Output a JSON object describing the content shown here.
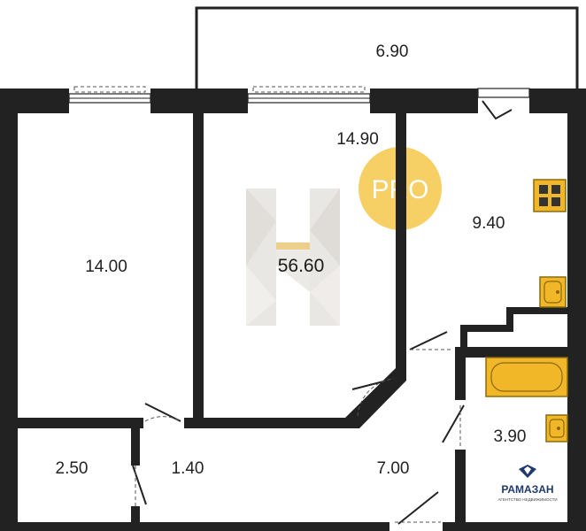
{
  "plan": {
    "total_area": "56.60",
    "rooms": [
      {
        "id": "balcony",
        "area": "6.90"
      },
      {
        "id": "living-room",
        "area": "14.90"
      },
      {
        "id": "kitchen",
        "area": "9.40"
      },
      {
        "id": "bedroom",
        "area": "14.00"
      },
      {
        "id": "bathroom",
        "area": "3.90"
      },
      {
        "id": "storage",
        "area": "2.50"
      },
      {
        "id": "corridor",
        "area": "1.40"
      },
      {
        "id": "hall",
        "area": "7.00"
      }
    ]
  },
  "badge": {
    "text": "PRO",
    "color": "#f5c84a"
  },
  "brand": {
    "name": "РАМАЗАН",
    "tagline": "АГЕНТСТВО НЕДВИЖИМОСТИ",
    "color": "#1e3a6e"
  },
  "colors": {
    "wall": "#222222",
    "fixture": "#f2b729"
  }
}
